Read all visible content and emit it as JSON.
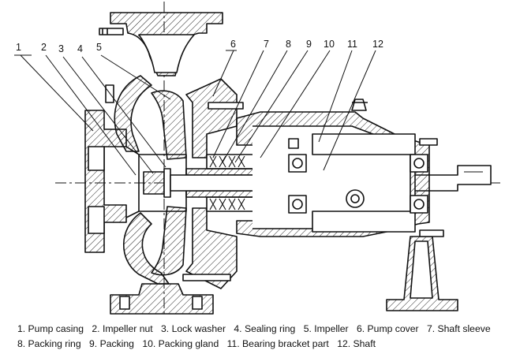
{
  "callouts": [
    "1",
    "2",
    "3",
    "4",
    "5",
    "6",
    "7",
    "8",
    "9",
    "10",
    "11",
    "12"
  ],
  "legend": {
    "row1": [
      "1. Pump casing",
      "2. Impeller nut",
      "3. Lock washer",
      "4. Sealing ring",
      "5. Impeller",
      "6. Pump cover",
      "7. Shaft sleeve"
    ],
    "row2": [
      "8. Packing ring",
      "9. Packing",
      "10. Packing gland",
      "11. Bearing bracket part",
      "12. Shaft"
    ]
  }
}
